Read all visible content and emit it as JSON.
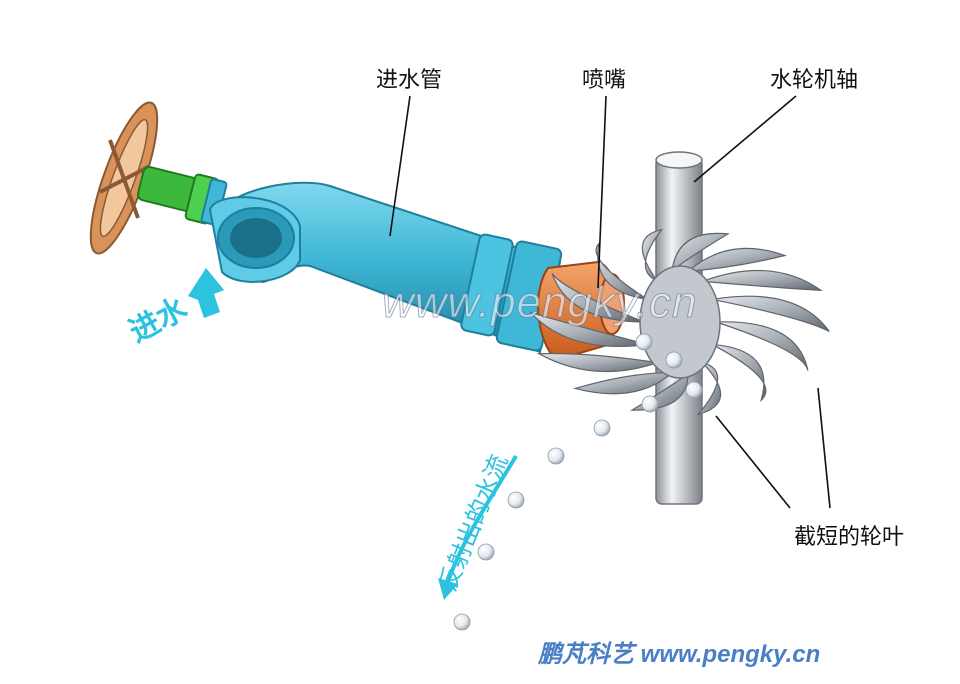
{
  "labels": {
    "inlet_pipe": "进水管",
    "nozzle": "喷嘴",
    "turbine_shaft": "水轮机轴",
    "truncated_blades": "截短的轮叶",
    "water_inlet": "进水",
    "reflected_flow": "反射出的水流"
  },
  "watermark": "www.pengky.cn",
  "footer": "鹏芃科艺 www.pengky.cn",
  "colors": {
    "pipe": "#3fb7d6",
    "nozzle": "#e8782f",
    "valve_body": "#3cb83c",
    "handwheel": "#d9935a",
    "blades": "#b9bec4",
    "shaft": "#cfd3d7",
    "arrow": "#2cc3de"
  }
}
